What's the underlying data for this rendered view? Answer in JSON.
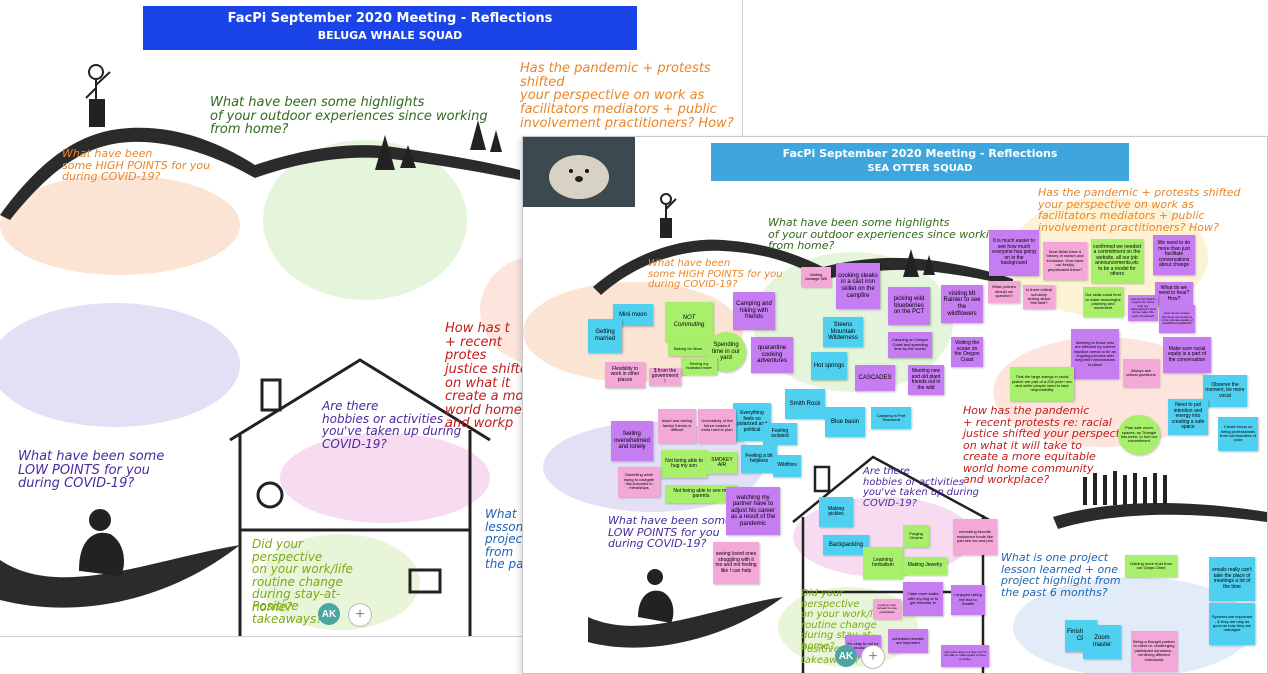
{
  "board1": {
    "banner_line1": "FacPi September 2020 Meeting - Reflections",
    "banner_line2": "BELUGA WHALE SQUAD",
    "q_high_points": "What have been\nsome HIGH POINTS for you\nduring COVID-19?",
    "q_outdoor": "What have been some highlights\nof your outdoor experiences since working\nfrom home?",
    "q_pandemic": "Has the pandemic + protests shifted\nyour perspective on work as\nfacilitators mediators + public\ninvolvement practitioners? How?",
    "q_racial": "How has t\n+ recent protes\njustice shifted\non what it\ncreate a mo\nworld home c\nand workp",
    "q_hobbies": "Are there\nhobbies or activities\nyou've taken up during\nCOVID-19?",
    "q_low_points": "What have been some\nLOW POINTS for you\nduring COVID-19?",
    "q_routine": "Did your perspective\non your work/life\nroutine change\nduring stay-at-\nhome?",
    "q_positive": "Positive\ntakeaways?",
    "q_lesson": "What\nlesson le\nproject\nfrom\nthe past",
    "avatar": "AK",
    "add": "+"
  },
  "board2": {
    "banner_line1": "FacPi September 2020 Meeting - Reflections",
    "banner_line2": "SEA OTTER SQUAD",
    "q_high_points": "What have been\nsome HIGH POINTS for you\nduring COVID-19?",
    "q_outdoor": "What have been some highlights\nof your outdoor experiences since working\nfrom home?",
    "q_pandemic": "Has the pandemic + protests shifted\nyour perspective on work as\nfacilitators mediators + public\ninvolvement practitioners? How?",
    "q_racial": "How has the pandemic\n+ recent protests re: racial\njustice shifted your perspective\non what it will take to\ncreate a more equitable\nworld home community\nand workplace?",
    "q_hobbies": "Are there\nhobbies or activities\nyou've taken up during\nCOVID-19?",
    "q_low_points": "What have been some\nLOW POINTS for you\nduring COVID-19?",
    "q_routine": "Did your perspective\non your work/life\nroutine change\nduring stay-at-\nhome?",
    "q_positive": "Positive\ntakeaways?",
    "q_lesson": "What is one project\nlesson learned + one\nproject highlight from\nthe past 6 months?",
    "avatar": "AK",
    "add": "+",
    "stickies": [
      {
        "t": "Mini moon"
      },
      {
        "t": "Getting married"
      },
      {
        "t": "NOT Commuting"
      },
      {
        "t": "Baking for Mom"
      },
      {
        "t": "Spending time in our yard"
      },
      {
        "t": "Seeing my husband more"
      },
      {
        "t": "Flexibility to work in other places"
      },
      {
        "t": "$ from the government !"
      },
      {
        "t": "Camping and hiking with friends"
      },
      {
        "t": "quarantine cooking adventures"
      },
      {
        "t": "Visiting Vantage WA"
      },
      {
        "t": "cooking steaks in a cast iron skillet on the campfire"
      },
      {
        "t": "Steens Mountain Wilderness"
      },
      {
        "t": "Hot springs"
      },
      {
        "t": "picking wild blueberries on the PCT"
      },
      {
        "t": "visiting Mt Rainier to see the wildflowers"
      },
      {
        "t": "Camping on Oregon Coast and spending time by the ocean"
      },
      {
        "t": "Visiting the ocean on the Oregon Coast"
      },
      {
        "t": "CASCADES"
      },
      {
        "t": "Meeting new and old plant friends out in the wild"
      },
      {
        "t": "Smith Rock"
      },
      {
        "t": "Blue basin"
      },
      {
        "t": "Camping in Port Townsend"
      },
      {
        "t": "Everything feels so polarized and political"
      },
      {
        "t": "Feeling isolated"
      },
      {
        "t": "Feeling a bit helpless"
      },
      {
        "t": "Wildfires"
      },
      {
        "t": "travel and seeing family/ friends is difficult"
      },
      {
        "t": "Uncertainty of the future makes it extra hard to plan"
      },
      {
        "t": "feeling overwhelmed and lonely"
      },
      {
        "t": "Not being able to hug my son"
      },
      {
        "t": "SMOKEY AIR"
      },
      {
        "t": "Not being able to see my parents"
      },
      {
        "t": "Stumbling while trying to navigate risk-bokoded in friendships"
      },
      {
        "t": "watching my partner have to adjust his career as a result of the pandemic"
      },
      {
        "t": "seeing loved ones struggling with it too and not feeling like I can help"
      },
      {
        "t": "It is much easier to see how much everyone has going on in the background"
      },
      {
        "t": "Most fields have a history of racism and exclusion. How have our field(s) perpetuated these?"
      },
      {
        "t": "confirmed we needed a commitment on the website, all our job announcements,etc to be a model for others"
      },
      {
        "t": "We need to do more than just facilitate conversations about change"
      },
      {
        "t": "Our skills could lend to make meaningful planning and movement"
      },
      {
        "t": "What do we need to hear? How?"
      },
      {
        "t": "What policies should we question?"
      },
      {
        "t": "Is there critical scholarly writing about this field?"
      },
      {
        "t": "How do we build in support for those who are marginalized? How do we make this work intentional?"
      },
      {
        "t": "How do we counter dominant assumptions in the ultimate quality of established traditions?"
      },
      {
        "t": "listening to those who are effected by current injustice needs to be an ongoing process with long term mechanisms in place"
      },
      {
        "t": "Make sure racial equity is a part of the conversation"
      },
      {
        "t": "Always ask critical questions"
      },
      {
        "t": "That the large swings in racial justice are part of a 200 year+ arc and white people need to take responsibility"
      },
      {
        "t": "Observe the moment, be more vocal"
      },
      {
        "t": "Need to put intention and energy into creating a safe space"
      },
      {
        "t": "Create focus on hiring professionals from communities of color"
      },
      {
        "t": "Plan safe zoom spaces, as Triangle has been, to fuel our commitment"
      },
      {
        "t": "Making pickles"
      },
      {
        "t": "Backpacking"
      },
      {
        "t": "Learning herbalism"
      },
      {
        "t": "Purging Clowns"
      },
      {
        "t": "Making Jewelry"
      },
      {
        "t": "recreating favorite restaurant foods like pad see ew and pho"
      },
      {
        "t": "I take more walks with my dog or to get exercise in"
      },
      {
        "t": "I enjoyed taking the bus to Seattle"
      },
      {
        "t": "Looking more forward to new possibilities"
      },
      {
        "t": "scheduled breaks are important"
      },
      {
        "t": "It's okay to not be productive"
      },
      {
        "t": "I get more done in a day, but I'm not able to make space to have a routine"
      },
      {
        "t": "Gaining more trust from our Grays Client"
      },
      {
        "t": "emails really can't take the place of meetings a lot of the time"
      },
      {
        "t": "Systems are important - & they are only as good as how they are managed"
      },
      {
        "t": "Finished a CP"
      },
      {
        "t": "Zoom master"
      },
      {
        "t": "Being a thought partner to client re: challenging participant dynamics - centering affected individuals"
      }
    ]
  },
  "colors": {
    "banner1": "#1a44e8",
    "banner2": "#3ea6dc",
    "orange": "#e8862a",
    "green": "#2f6b1d",
    "red": "#c21b1b",
    "purple": "#4a2a9e",
    "lime_text": "#7aaa14",
    "blue_text": "#1e64b4"
  }
}
